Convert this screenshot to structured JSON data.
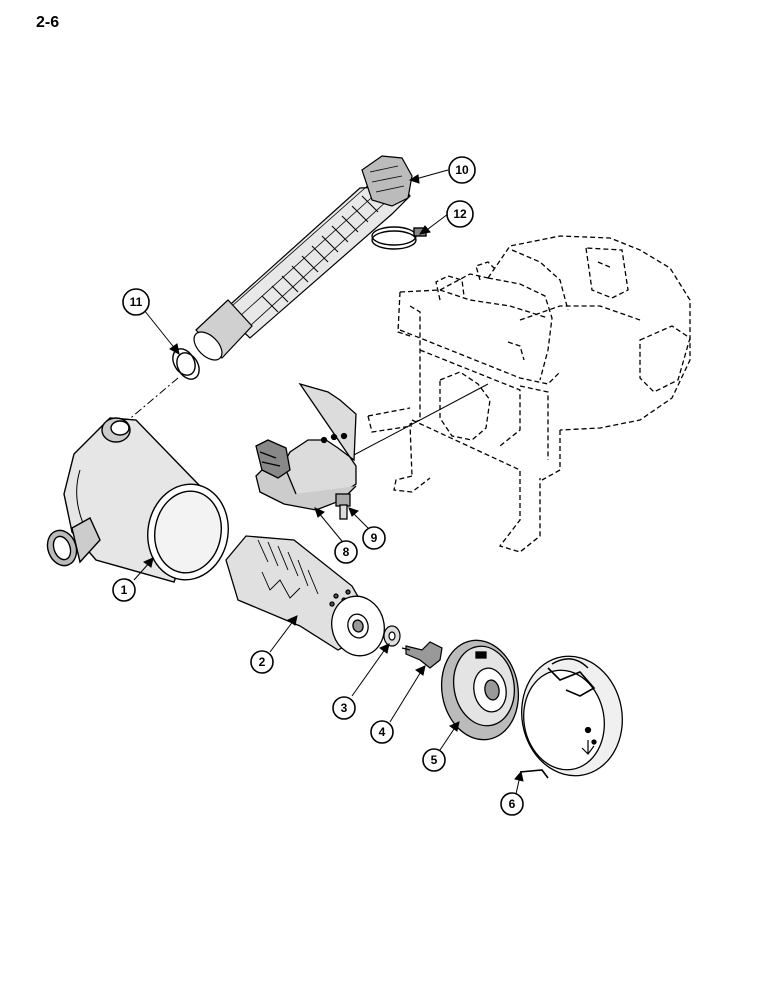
{
  "page": {
    "number": "2-6"
  },
  "colors": {
    "ink": "#000000",
    "paper": "#ffffff"
  },
  "callouts": [
    {
      "label": "1",
      "part": "air-cleaner-housing"
    },
    {
      "label": "2",
      "part": "filter-element"
    },
    {
      "label": "3",
      "part": "washer"
    },
    {
      "label": "4",
      "part": "wing-nut"
    },
    {
      "label": "5",
      "part": "element-cover"
    },
    {
      "label": "6",
      "part": "end-cap"
    },
    {
      "label": "8",
      "part": "mounting-bracket"
    },
    {
      "label": "9",
      "part": "bolt"
    },
    {
      "label": "10",
      "part": "intake-hose"
    },
    {
      "label": "11",
      "part": "hose-clamp"
    },
    {
      "label": "12",
      "part": "hose-clamp"
    }
  ]
}
